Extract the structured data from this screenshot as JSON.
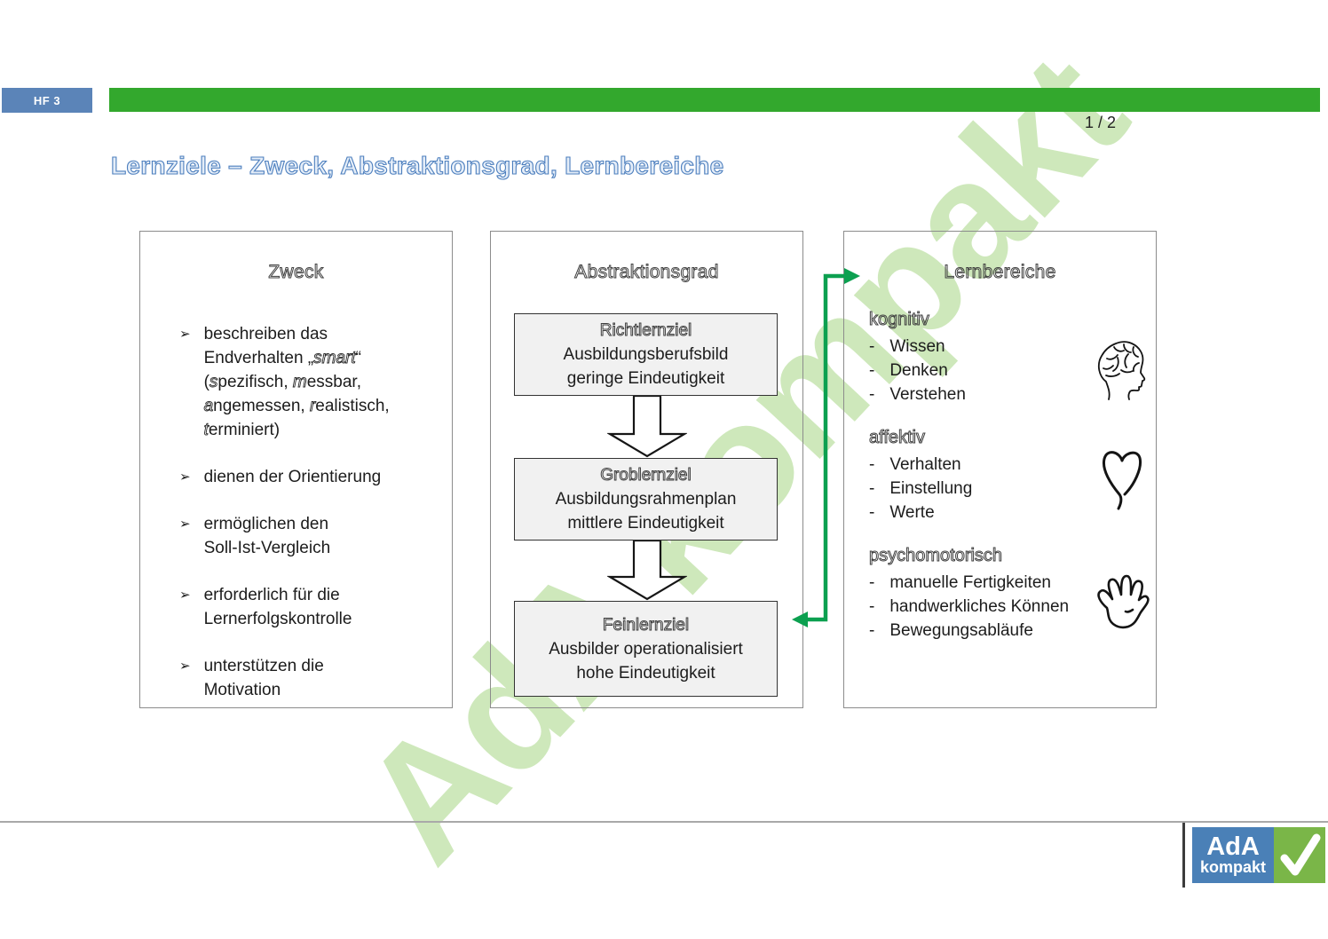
{
  "colors": {
    "top_bar_green": "#33a82d",
    "badge_blue": "#5b84b8",
    "title_blue": "#4d7fbe",
    "connector_green": "#0ca050",
    "watermark_green": "rgba(139,199,92,0.42)",
    "logo_blue": "#4a80b7",
    "logo_green": "#7ab648",
    "inner_box_fill": "#f1f1f1"
  },
  "icons": {
    "bullet": "➢",
    "dash": "-",
    "brain": "brain-icon",
    "heart": "heart-icon",
    "hand": "hand-icon",
    "check": "checkmark-icon"
  },
  "header": {
    "badge": "HF 3",
    "page_number": "1 / 2",
    "title": "Lernziele – Zweck, Abstraktionsgrad, Lernbereiche"
  },
  "watermark": {
    "text": "AdA kompakt"
  },
  "zweck": {
    "heading": "Zweck",
    "bullets": [
      {
        "lines": [
          [
            {
              "t": "beschreiben das"
            }
          ],
          [
            {
              "t": "Endverhalten „"
            },
            {
              "t": "smart",
              "i": true
            },
            {
              "t": "“"
            }
          ],
          [
            {
              "t": "("
            },
            {
              "t": "s",
              "i": true
            },
            {
              "t": "pezifisch, "
            },
            {
              "t": "m",
              "i": true
            },
            {
              "t": "essbar,"
            }
          ],
          [
            {
              "t": "a",
              "i": true
            },
            {
              "t": "ngemessen, "
            },
            {
              "t": "r",
              "i": true
            },
            {
              "t": "ealistisch,"
            }
          ],
          [
            {
              "t": "t",
              "i": true
            },
            {
              "t": "erminiert)"
            }
          ]
        ]
      },
      {
        "lines": [
          [
            {
              "t": "dienen der Orientierung"
            }
          ]
        ]
      },
      {
        "lines": [
          [
            {
              "t": "ermöglichen den"
            }
          ],
          [
            {
              "t": "Soll-Ist-Vergleich"
            }
          ]
        ]
      },
      {
        "lines": [
          [
            {
              "t": "erforderlich für die"
            }
          ],
          [
            {
              "t": "Lernerfolgskontrolle"
            }
          ]
        ]
      },
      {
        "lines": [
          [
            {
              "t": "unterstützen die"
            }
          ],
          [
            {
              "t": "Motivation"
            }
          ]
        ]
      }
    ]
  },
  "abstraktionsgrad": {
    "heading": "Abstraktionsgrad",
    "levels": [
      {
        "title": "Richtlernziel",
        "line2": "Ausbildungsberufsbild",
        "line3": "geringe Eindeutigkeit"
      },
      {
        "title": "Groblernziel",
        "line2": "Ausbildungsrahmenplan",
        "line3": "mittlere Eindeutigkeit"
      },
      {
        "title": "Feinlernziel",
        "line2": "Ausbilder operationalisiert",
        "line3": "hohe Eindeutigkeit"
      }
    ]
  },
  "lernbereiche": {
    "heading": "Lernbereiche",
    "groups": [
      {
        "title": "kognitiv",
        "icon": "brain-icon",
        "items": [
          "Wissen",
          "Denken",
          "Verstehen"
        ]
      },
      {
        "title": "affektiv",
        "icon": "heart-icon",
        "items": [
          "Verhalten",
          "Einstellung",
          "Werte"
        ]
      },
      {
        "title": "psychomotorisch",
        "icon": "hand-icon",
        "items": [
          "manuelle Fertigkeiten",
          "handwerkliches Können",
          "Bewegungsabläufe"
        ]
      }
    ]
  },
  "logo": {
    "line1": "AdA",
    "line2": "kompakt"
  }
}
